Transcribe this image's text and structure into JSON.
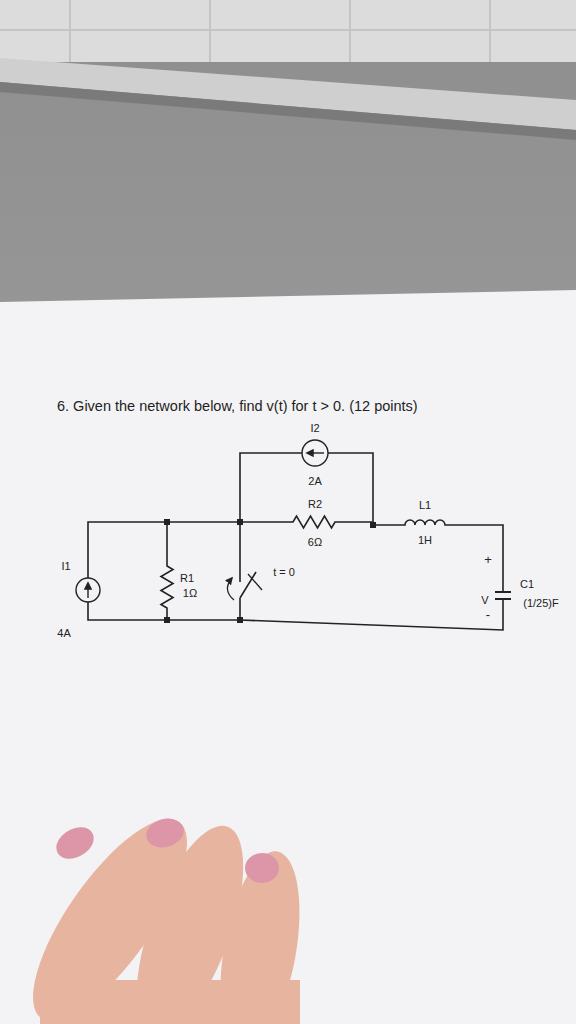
{
  "diagram": {
    "title": "6. Given the network below, find v(t) for t > 0. (12 points)",
    "labels": [
      "I2",
      "2A",
      "R2",
      "6Ω",
      "L1",
      "1H",
      "I1",
      "4A",
      "R1",
      "1Ω",
      "t = 0",
      "+",
      "C1",
      "V",
      "(1/25)F",
      "-"
    ]
  }
}
